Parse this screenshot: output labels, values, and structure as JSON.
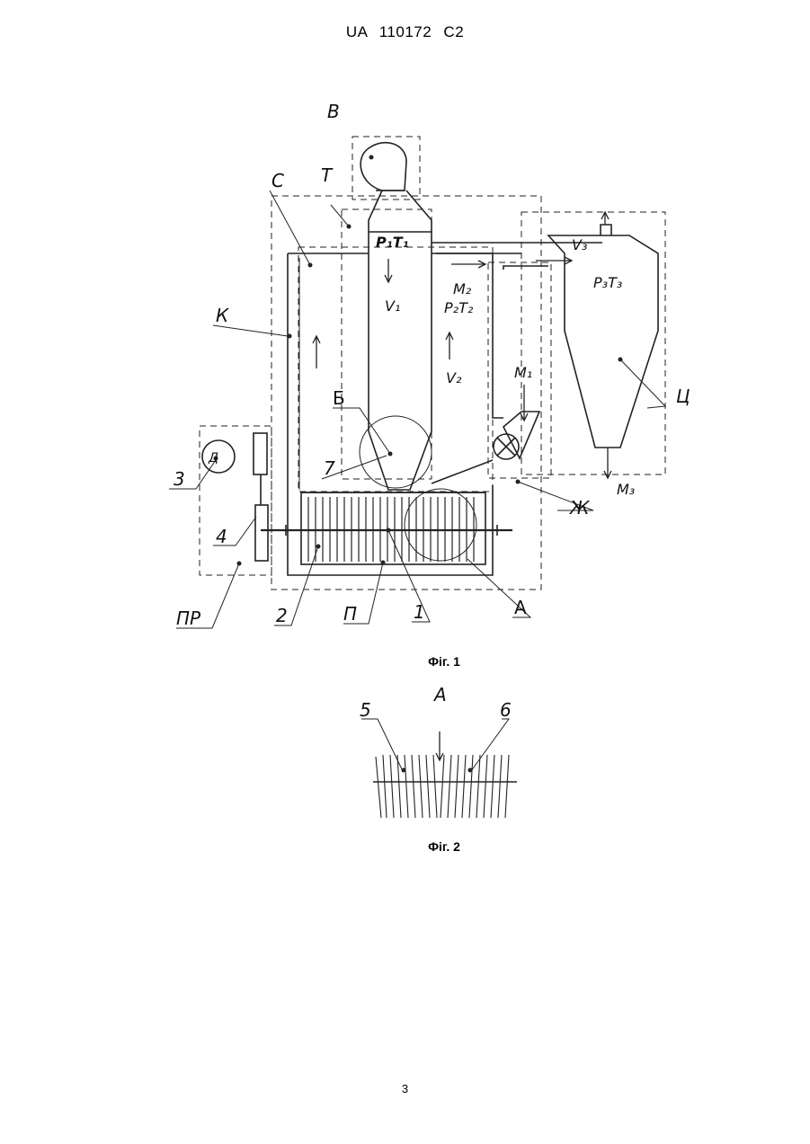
{
  "header": {
    "patent_number": "UA   110172   C2"
  },
  "figure1": {
    "caption": "Фіг. 1",
    "labels": {
      "V": "В",
      "T": "Т",
      "C": "С",
      "K": "К",
      "P1T1": "P₁T₁",
      "V1": "V₁",
      "M2": "M₂",
      "P2T2": "P₂T₂",
      "V2": "V₂",
      "V3": "V₃",
      "P3T3": "P₃T₃",
      "M1": "M₁",
      "Ts": "Ц",
      "B": "Б",
      "n7": "7",
      "D": "Д",
      "n3": "3",
      "n4": "4",
      "Zh": "Ж",
      "M3": "M₃",
      "PR": "ПР",
      "n2": "2",
      "P": "П",
      "n1": "1",
      "A": "А"
    }
  },
  "figure2": {
    "caption": "Фіг. 2",
    "labels": {
      "n5": "5",
      "A": "А",
      "n6": "6"
    }
  },
  "page_number": "3"
}
